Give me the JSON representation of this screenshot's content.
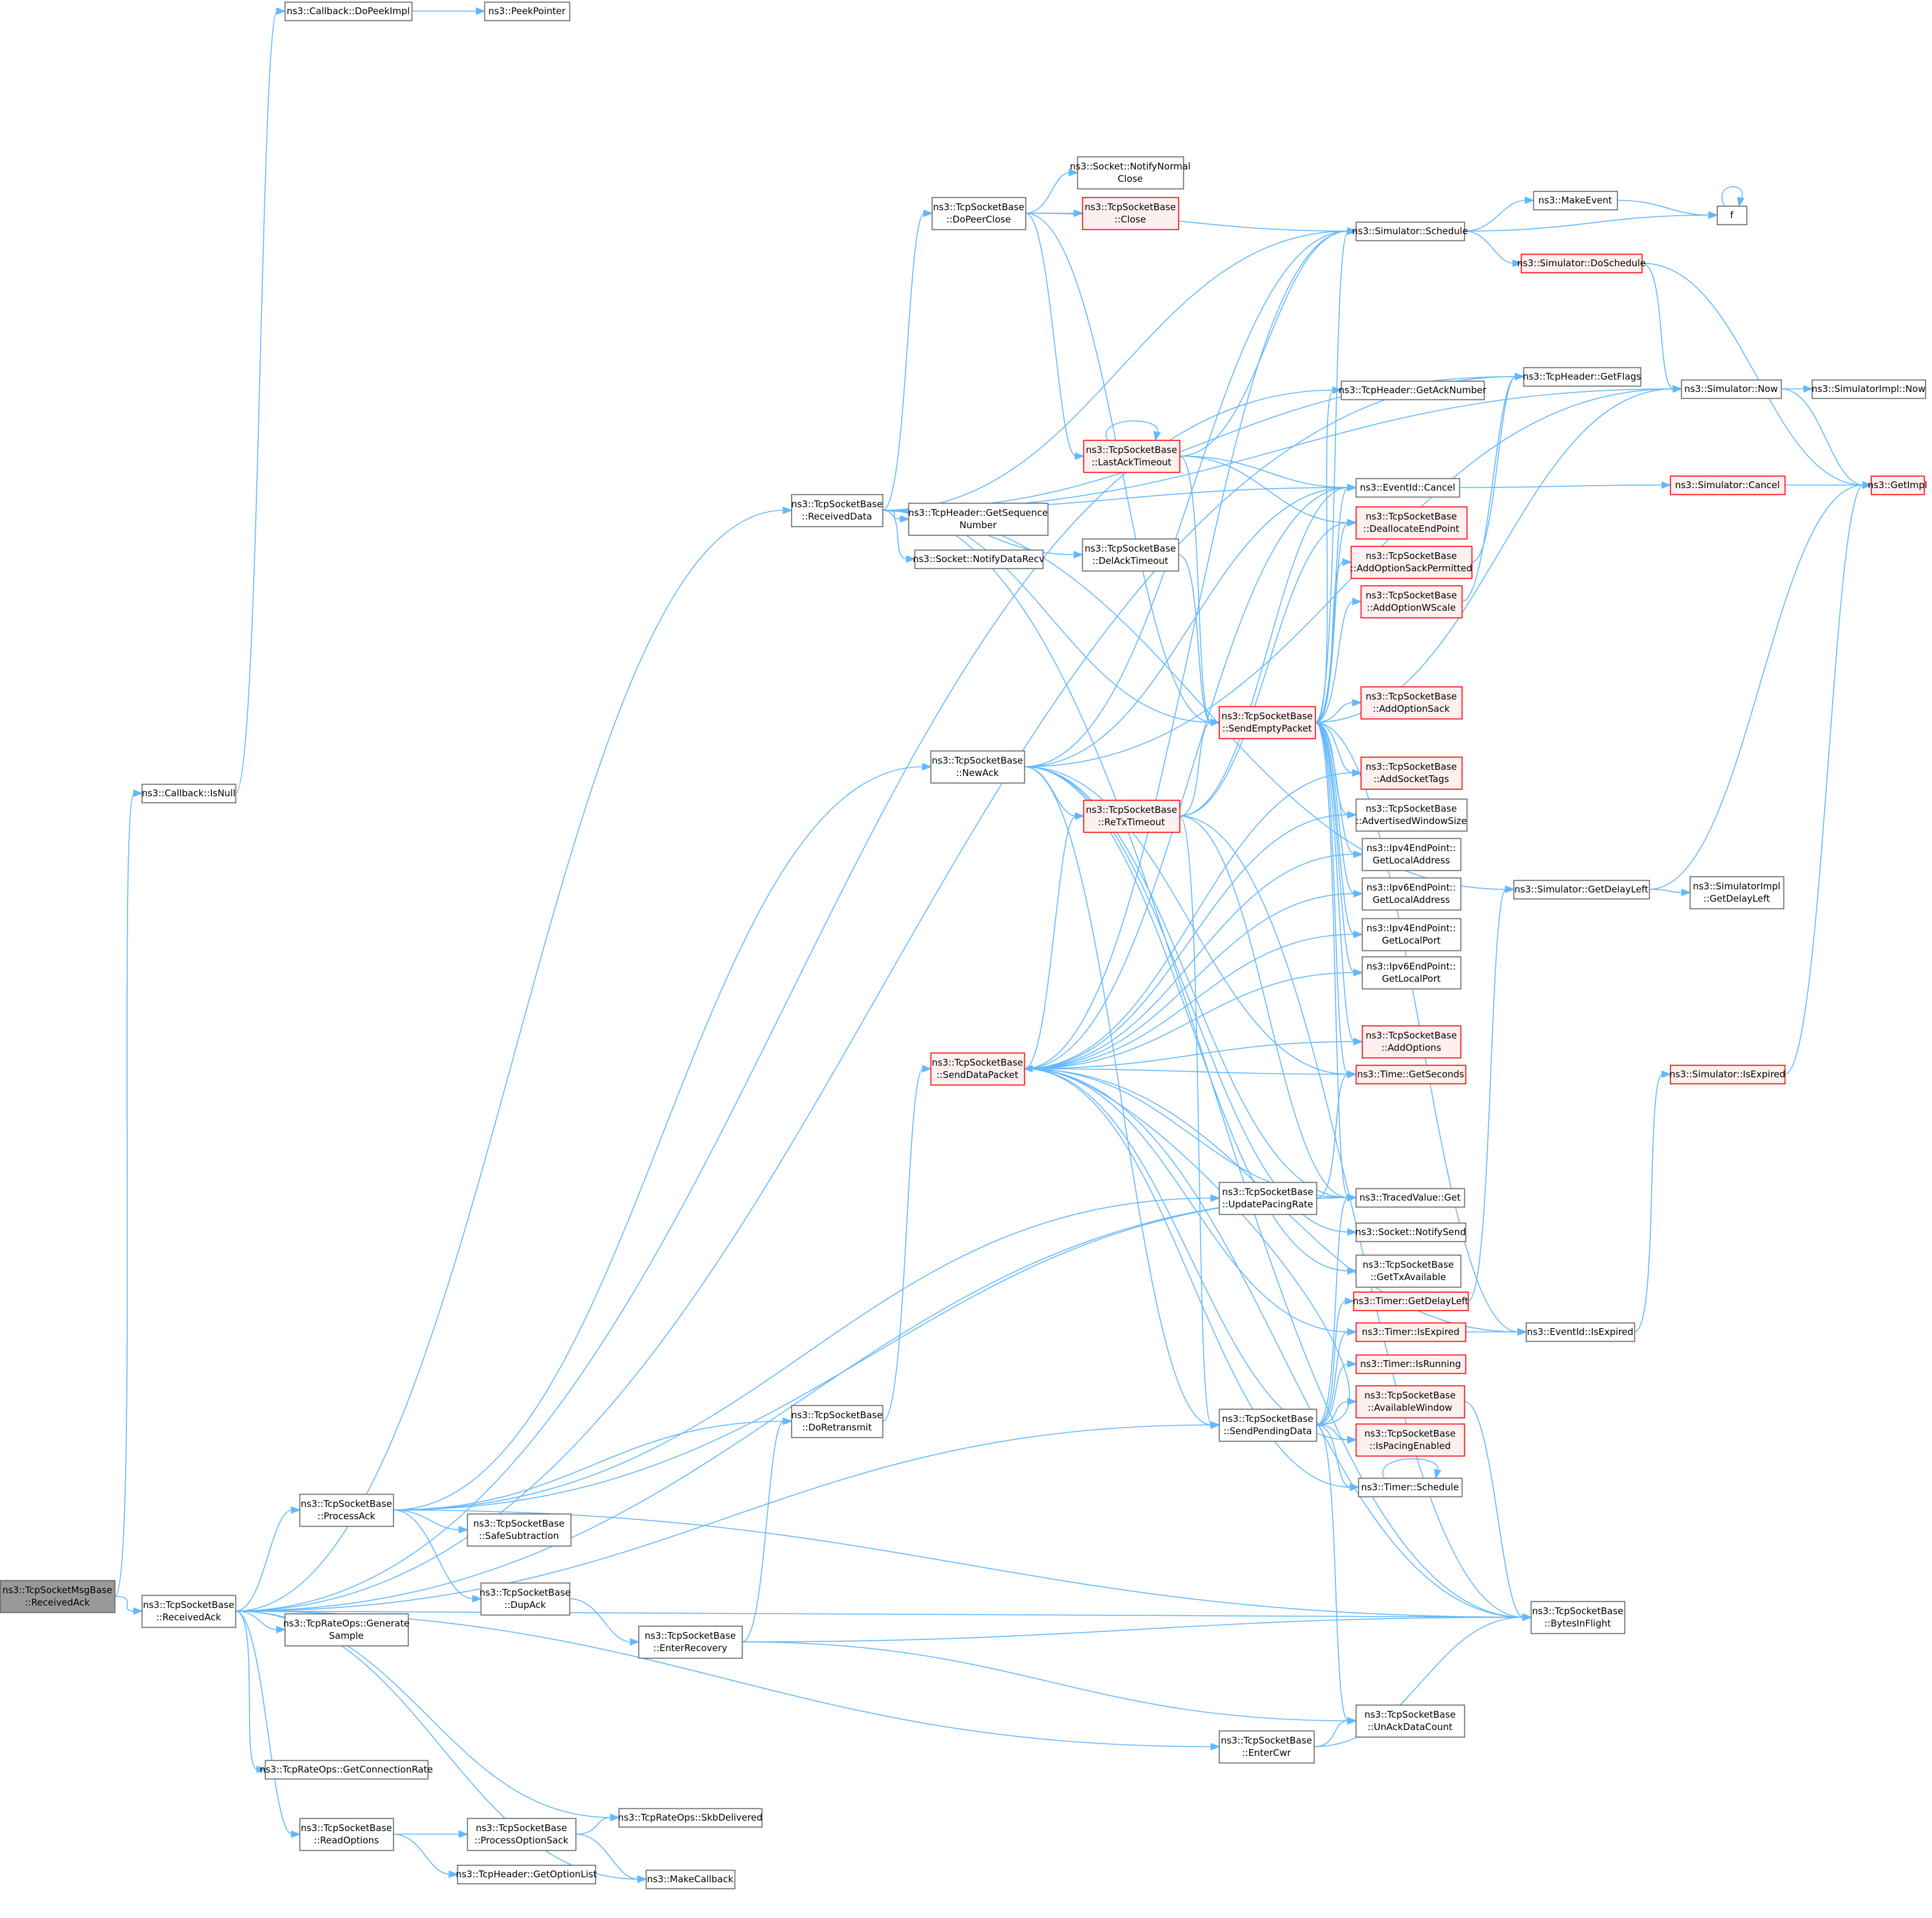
{
  "colors": {
    "edge": "#63b8ff",
    "node_border": "#666666",
    "node_fill": "#ffffff",
    "root_fill": "#999999",
    "root_border": "#666666",
    "partial_border": "#ff0000",
    "partial_fill": "#fff0f0",
    "text": "#000000"
  },
  "nodes": [
    {
      "id": "root",
      "lines": [
        "ns3::TcpSocketMsgBase",
        "::ReceivedAck"
      ],
      "style": "root"
    },
    {
      "id": "recvack",
      "lines": [
        "ns3::TcpSocketBase",
        "::ReceivedAck"
      ],
      "style": "normal"
    },
    {
      "id": "cb_isnull",
      "lines": [
        "ns3::Callback::IsNull"
      ],
      "style": "normal"
    },
    {
      "id": "cb_dopeek",
      "lines": [
        "ns3::Callback::DoPeekImpl"
      ],
      "style": "normal"
    },
    {
      "id": "peekptr",
      "lines": [
        "ns3::PeekPointer"
      ],
      "style": "normal"
    },
    {
      "id": "recvdata",
      "lines": [
        "ns3::TcpSocketBase",
        "::ReceivedData"
      ],
      "style": "normal"
    },
    {
      "id": "processack",
      "lines": [
        "ns3::TcpSocketBase",
        "::ProcessAck"
      ],
      "style": "normal"
    },
    {
      "id": "gensample",
      "lines": [
        "ns3::TcpRateOps::Generate",
        "Sample"
      ],
      "style": "normal"
    },
    {
      "id": "getconnrate",
      "lines": [
        "ns3::TcpRateOps::GetConnectionRate"
      ],
      "style": "normal"
    },
    {
      "id": "readopts",
      "lines": [
        "ns3::TcpSocketBase",
        "::ReadOptions"
      ],
      "style": "normal"
    },
    {
      "id": "skbdeliv",
      "lines": [
        "ns3::TcpRateOps::SkbDelivered"
      ],
      "style": "normal"
    },
    {
      "id": "makecb",
      "lines": [
        "ns3::MakeCallback"
      ],
      "style": "normal"
    },
    {
      "id": "safesub",
      "lines": [
        "ns3::TcpSocketBase",
        "::SafeSubtraction"
      ],
      "style": "normal"
    },
    {
      "id": "dupack",
      "lines": [
        "ns3::TcpSocketBase",
        "::DupAck"
      ],
      "style": "normal"
    },
    {
      "id": "procsack",
      "lines": [
        "ns3::TcpSocketBase",
        "::ProcessOptionSack"
      ],
      "style": "normal"
    },
    {
      "id": "getoptlist",
      "lines": [
        "ns3::TcpHeader::GetOptionList"
      ],
      "style": "normal"
    },
    {
      "id": "enterrec",
      "lines": [
        "ns3::TcpSocketBase",
        "::EnterRecovery"
      ],
      "style": "normal"
    },
    {
      "id": "doretx",
      "lines": [
        "ns3::TcpSocketBase",
        "::DoRetransmit"
      ],
      "style": "normal"
    },
    {
      "id": "dopeerclose",
      "lines": [
        "ns3::TcpSocketBase",
        "::DoPeerClose"
      ],
      "style": "normal"
    },
    {
      "id": "getseqnum",
      "lines": [
        "ns3::TcpHeader::GetSequence",
        "Number"
      ],
      "style": "normal"
    },
    {
      "id": "notifydatarecv",
      "lines": [
        "ns3::Socket::NotifyDataRecv"
      ],
      "style": "normal"
    },
    {
      "id": "newack",
      "lines": [
        "ns3::TcpSocketBase",
        "::NewAck"
      ],
      "style": "normal"
    },
    {
      "id": "senddatapkt",
      "lines": [
        "ns3::TcpSocketBase",
        "::SendDataPacket"
      ],
      "style": "partial"
    },
    {
      "id": "notifynormclose",
      "lines": [
        "ns3::Socket::NotifyNormal",
        "Close"
      ],
      "style": "normal"
    },
    {
      "id": "close",
      "lines": [
        "ns3::TcpSocketBase",
        "::Close"
      ],
      "style": "partial"
    },
    {
      "id": "delacktimeout",
      "lines": [
        "ns3::TcpSocketBase",
        "::DelAckTimeout"
      ],
      "style": "normal"
    },
    {
      "id": "lastacktimeout",
      "lines": [
        "ns3::TcpSocketBase",
        "::LastAckTimeout"
      ],
      "style": "partial"
    },
    {
      "id": "sendempty",
      "lines": [
        "ns3::TcpSocketBase",
        "::SendEmptyPacket"
      ],
      "style": "partial"
    },
    {
      "id": "retxtimeout",
      "lines": [
        "ns3::TcpSocketBase",
        "::ReTxTimeout"
      ],
      "style": "partial"
    },
    {
      "id": "updpacing",
      "lines": [
        "ns3::TcpSocketBase",
        "::UpdatePacingRate"
      ],
      "style": "normal"
    },
    {
      "id": "sendpending",
      "lines": [
        "ns3::TcpSocketBase",
        "::SendPendingData"
      ],
      "style": "normal"
    },
    {
      "id": "entercwr",
      "lines": [
        "ns3::TcpSocketBase",
        "::EnterCwr"
      ],
      "style": "normal"
    },
    {
      "id": "simschedule",
      "lines": [
        "ns3::Simulator::Schedule"
      ],
      "style": "normal"
    },
    {
      "id": "getacknum",
      "lines": [
        "ns3::TcpHeader::GetAckNumber"
      ],
      "style": "normal"
    },
    {
      "id": "evcancel",
      "lines": [
        "ns3::EventId::Cancel"
      ],
      "style": "normal"
    },
    {
      "id": "dealloc",
      "lines": [
        "ns3::TcpSocketBase",
        "::DeallocateEndPoint"
      ],
      "style": "partial"
    },
    {
      "id": "addsackperm",
      "lines": [
        "ns3::TcpSocketBase",
        "::AddOptionSackPermitted"
      ],
      "style": "partial"
    },
    {
      "id": "addwscale",
      "lines": [
        "ns3::TcpSocketBase",
        "::AddOptionWScale"
      ],
      "style": "partial"
    },
    {
      "id": "addsack",
      "lines": [
        "ns3::TcpSocketBase",
        "::AddOptionSack"
      ],
      "style": "partial"
    },
    {
      "id": "addtags",
      "lines": [
        "ns3::TcpSocketBase",
        "::AddSocketTags"
      ],
      "style": "partial"
    },
    {
      "id": "advwin",
      "lines": [
        "ns3::TcpSocketBase",
        "::AdvertisedWindowSize"
      ],
      "style": "normal"
    },
    {
      "id": "ipv4addr",
      "lines": [
        "ns3::Ipv4EndPoint::",
        "GetLocalAddress"
      ],
      "style": "normal"
    },
    {
      "id": "ipv6addr",
      "lines": [
        "ns3::Ipv6EndPoint::",
        "GetLocalAddress"
      ],
      "style": "normal"
    },
    {
      "id": "ipv4port",
      "lines": [
        "ns3::Ipv4EndPoint::",
        "GetLocalPort"
      ],
      "style": "normal"
    },
    {
      "id": "ipv6port",
      "lines": [
        "ns3::Ipv6EndPoint::",
        "GetLocalPort"
      ],
      "style": "normal"
    },
    {
      "id": "addoptions",
      "lines": [
        "ns3::TcpSocketBase",
        "::AddOptions"
      ],
      "style": "partial"
    },
    {
      "id": "getseconds",
      "lines": [
        "ns3::Time::GetSeconds"
      ],
      "style": "partial"
    },
    {
      "id": "tracedget",
      "lines": [
        "ns3::TracedValue::Get"
      ],
      "style": "normal"
    },
    {
      "id": "notifysend",
      "lines": [
        "ns3::Socket::NotifySend"
      ],
      "style": "normal"
    },
    {
      "id": "gettxavail",
      "lines": [
        "ns3::TcpSocketBase",
        "::GetTxAvailable"
      ],
      "style": "normal"
    },
    {
      "id": "timergetdelay",
      "lines": [
        "ns3::Timer::GetDelayLeft"
      ],
      "style": "partial"
    },
    {
      "id": "timerisexp",
      "lines": [
        "ns3::Timer::IsExpired"
      ],
      "style": "partial"
    },
    {
      "id": "timerisrun",
      "lines": [
        "ns3::Timer::IsRunning"
      ],
      "style": "partial"
    },
    {
      "id": "availwin",
      "lines": [
        "ns3::TcpSocketBase",
        "::AvailableWindow"
      ],
      "style": "partial"
    },
    {
      "id": "ispacing",
      "lines": [
        "ns3::TcpSocketBase",
        "::IsPacingEnabled"
      ],
      "style": "partial"
    },
    {
      "id": "timersched",
      "lines": [
        "ns3::Timer::Schedule"
      ],
      "style": "normal"
    },
    {
      "id": "unackcount",
      "lines": [
        "ns3::TcpSocketBase",
        "::UnAckDataCount"
      ],
      "style": "normal"
    },
    {
      "id": "makeevent",
      "lines": [
        "ns3::MakeEvent"
      ],
      "style": "normal"
    },
    {
      "id": "doschedule",
      "lines": [
        "ns3::Simulator::DoSchedule"
      ],
      "style": "partial"
    },
    {
      "id": "getflags",
      "lines": [
        "ns3::TcpHeader::GetFlags"
      ],
      "style": "normal"
    },
    {
      "id": "simnow",
      "lines": [
        "ns3::Simulator::Now"
      ],
      "style": "normal"
    },
    {
      "id": "simcancel",
      "lines": [
        "ns3::Simulator::Cancel"
      ],
      "style": "partial"
    },
    {
      "id": "simgetdelay",
      "lines": [
        "ns3::Simulator::GetDelayLeft"
      ],
      "style": "normal"
    },
    {
      "id": "evisexp",
      "lines": [
        "ns3::EventId::IsExpired"
      ],
      "style": "normal"
    },
    {
      "id": "bytesinflight",
      "lines": [
        "ns3::TcpSocketBase",
        "::BytesInFlight"
      ],
      "style": "normal"
    },
    {
      "id": "f",
      "lines": [
        "f"
      ],
      "style": "normal"
    },
    {
      "id": "implnow",
      "lines": [
        "ns3::SimulatorImpl::Now"
      ],
      "style": "normal"
    },
    {
      "id": "getimpl",
      "lines": [
        "ns3::GetImpl"
      ],
      "style": "partial"
    },
    {
      "id": "impldelay",
      "lines": [
        "ns3::SimulatorImpl",
        "::GetDelayLeft"
      ],
      "style": "normal"
    },
    {
      "id": "simisexp",
      "lines": [
        "ns3::Simulator::IsExpired"
      ],
      "style": "partial"
    }
  ],
  "edges": [
    [
      "root",
      "recvack"
    ],
    [
      "root",
      "cb_isnull"
    ],
    [
      "cb_isnull",
      "cb_dopeek"
    ],
    [
      "cb_dopeek",
      "peekptr"
    ],
    [
      "recvack",
      "recvdata"
    ],
    [
      "recvack",
      "processack"
    ],
    [
      "recvack",
      "gensample"
    ],
    [
      "recvack",
      "getconnrate"
    ],
    [
      "recvack",
      "readopts"
    ],
    [
      "recvack",
      "skbdeliv"
    ],
    [
      "recvack",
      "makecb"
    ],
    [
      "recvack",
      "getflags"
    ],
    [
      "recvack",
      "getacknum"
    ],
    [
      "recvack",
      "tracedget"
    ],
    [
      "recvack",
      "sendpending"
    ],
    [
      "recvack",
      "entercwr"
    ],
    [
      "recvack",
      "bytesinflight"
    ],
    [
      "processack",
      "newack"
    ],
    [
      "processack",
      "doretx"
    ],
    [
      "processack",
      "safesub"
    ],
    [
      "processack",
      "dupack"
    ],
    [
      "processack",
      "updpacing"
    ],
    [
      "processack",
      "tracedget"
    ],
    [
      "processack",
      "bytesinflight"
    ],
    [
      "readopts",
      "procsack"
    ],
    [
      "readopts",
      "getoptlist"
    ],
    [
      "procsack",
      "skbdeliv"
    ],
    [
      "procsack",
      "makecb"
    ],
    [
      "dupack",
      "enterrec"
    ],
    [
      "enterrec",
      "doretx"
    ],
    [
      "enterrec",
      "unackcount"
    ],
    [
      "enterrec",
      "bytesinflight"
    ],
    [
      "doretx",
      "senddatapkt"
    ],
    [
      "recvdata",
      "dopeerclose"
    ],
    [
      "recvdata",
      "getseqnum"
    ],
    [
      "recvdata",
      "notifydatarecv"
    ],
    [
      "recvdata",
      "delacktimeout"
    ],
    [
      "recvdata",
      "simschedule"
    ],
    [
      "recvdata",
      "sendempty"
    ],
    [
      "recvdata",
      "evcancel"
    ],
    [
      "recvdata",
      "getflags"
    ],
    [
      "recvdata",
      "simnow"
    ],
    [
      "recvdata",
      "simgetdelay"
    ],
    [
      "recvdata",
      "bytesinflight"
    ],
    [
      "dopeerclose",
      "notifynormclose"
    ],
    [
      "dopeerclose",
      "close"
    ],
    [
      "dopeerclose",
      "simschedule"
    ],
    [
      "dopeerclose",
      "lastacktimeout"
    ],
    [
      "dopeerclose",
      "sendempty"
    ],
    [
      "delacktimeout",
      "sendempty"
    ],
    [
      "lastacktimeout",
      "lastacktimeout"
    ],
    [
      "lastacktimeout",
      "simschedule"
    ],
    [
      "lastacktimeout",
      "evcancel"
    ],
    [
      "lastacktimeout",
      "dealloc"
    ],
    [
      "lastacktimeout",
      "sendempty"
    ],
    [
      "newack",
      "simschedule"
    ],
    [
      "newack",
      "evcancel"
    ],
    [
      "newack",
      "simnow"
    ],
    [
      "newack",
      "retxtimeout"
    ],
    [
      "newack",
      "tracedget"
    ],
    [
      "newack",
      "notifysend"
    ],
    [
      "newack",
      "gettxavail"
    ],
    [
      "newack",
      "sendpending"
    ],
    [
      "newack",
      "getseconds"
    ],
    [
      "senddatapkt",
      "retxtimeout"
    ],
    [
      "senddatapkt",
      "simschedule"
    ],
    [
      "senddatapkt",
      "evcancel"
    ],
    [
      "senddatapkt",
      "addtags"
    ],
    [
      "senddatapkt",
      "advwin"
    ],
    [
      "senddatapkt",
      "ipv4addr"
    ],
    [
      "senddatapkt",
      "ipv6addr"
    ],
    [
      "senddatapkt",
      "ipv4port"
    ],
    [
      "senddatapkt",
      "ipv6port"
    ],
    [
      "senddatapkt",
      "addoptions"
    ],
    [
      "senddatapkt",
      "getseconds"
    ],
    [
      "senddatapkt",
      "tracedget"
    ],
    [
      "senddatapkt",
      "timerisexp"
    ],
    [
      "senddatapkt",
      "timersched"
    ],
    [
      "senddatapkt",
      "bytesinflight"
    ],
    [
      "senddatapkt",
      "evisexp"
    ],
    [
      "senddatapkt",
      "ispacing"
    ],
    [
      "retxtimeout",
      "sendempty"
    ],
    [
      "retxtimeout",
      "evcancel"
    ],
    [
      "retxtimeout",
      "dealloc"
    ],
    [
      "retxtimeout",
      "tracedget"
    ],
    [
      "retxtimeout",
      "sendpending"
    ],
    [
      "retxtimeout",
      "bytesinflight"
    ],
    [
      "sendempty",
      "simschedule"
    ],
    [
      "sendempty",
      "getacknum"
    ],
    [
      "sendempty",
      "simnow"
    ],
    [
      "sendempty",
      "evcancel"
    ],
    [
      "sendempty",
      "dealloc"
    ],
    [
      "sendempty",
      "addsackperm"
    ],
    [
      "sendempty",
      "addwscale"
    ],
    [
      "sendempty",
      "addsack"
    ],
    [
      "sendempty",
      "addtags"
    ],
    [
      "sendempty",
      "advwin"
    ],
    [
      "sendempty",
      "ipv4addr"
    ],
    [
      "sendempty",
      "ipv6addr"
    ],
    [
      "sendempty",
      "ipv4port"
    ],
    [
      "sendempty",
      "ipv6port"
    ],
    [
      "sendempty",
      "addoptions"
    ],
    [
      "sendempty",
      "getseconds"
    ],
    [
      "sendempty",
      "tracedget"
    ],
    [
      "sendempty",
      "evisexp"
    ],
    [
      "updpacing",
      "tracedget"
    ],
    [
      "updpacing",
      "getseconds"
    ],
    [
      "sendpending",
      "senddatapkt"
    ],
    [
      "sendpending",
      "tracedget"
    ],
    [
      "sendpending",
      "timergetdelay"
    ],
    [
      "sendpending",
      "timerisexp"
    ],
    [
      "sendpending",
      "timerisrun"
    ],
    [
      "sendpending",
      "availwin"
    ],
    [
      "sendpending",
      "ispacing"
    ],
    [
      "sendpending",
      "timersched"
    ],
    [
      "sendpending",
      "unackcount"
    ],
    [
      "entercwr",
      "unackcount"
    ],
    [
      "entercwr",
      "bytesinflight"
    ],
    [
      "availwin",
      "bytesinflight"
    ],
    [
      "timerisexp",
      "evisexp"
    ],
    [
      "timergetdelay",
      "simgetdelay"
    ],
    [
      "timersched",
      "timersched"
    ],
    [
      "simschedule",
      "makeevent"
    ],
    [
      "simschedule",
      "f"
    ],
    [
      "simschedule",
      "doschedule"
    ],
    [
      "makeevent",
      "f"
    ],
    [
      "f",
      "f"
    ],
    [
      "doschedule",
      "simnow"
    ],
    [
      "doschedule",
      "getimpl"
    ],
    [
      "simnow",
      "implnow"
    ],
    [
      "simnow",
      "getimpl"
    ],
    [
      "evcancel",
      "simcancel"
    ],
    [
      "simcancel",
      "getimpl"
    ],
    [
      "addsackperm",
      "getflags"
    ],
    [
      "addwscale",
      "getflags"
    ],
    [
      "simgetdelay",
      "impldelay"
    ],
    [
      "simgetdelay",
      "getimpl"
    ],
    [
      "evisexp",
      "simisexp"
    ],
    [
      "simisexp",
      "getimpl"
    ]
  ]
}
